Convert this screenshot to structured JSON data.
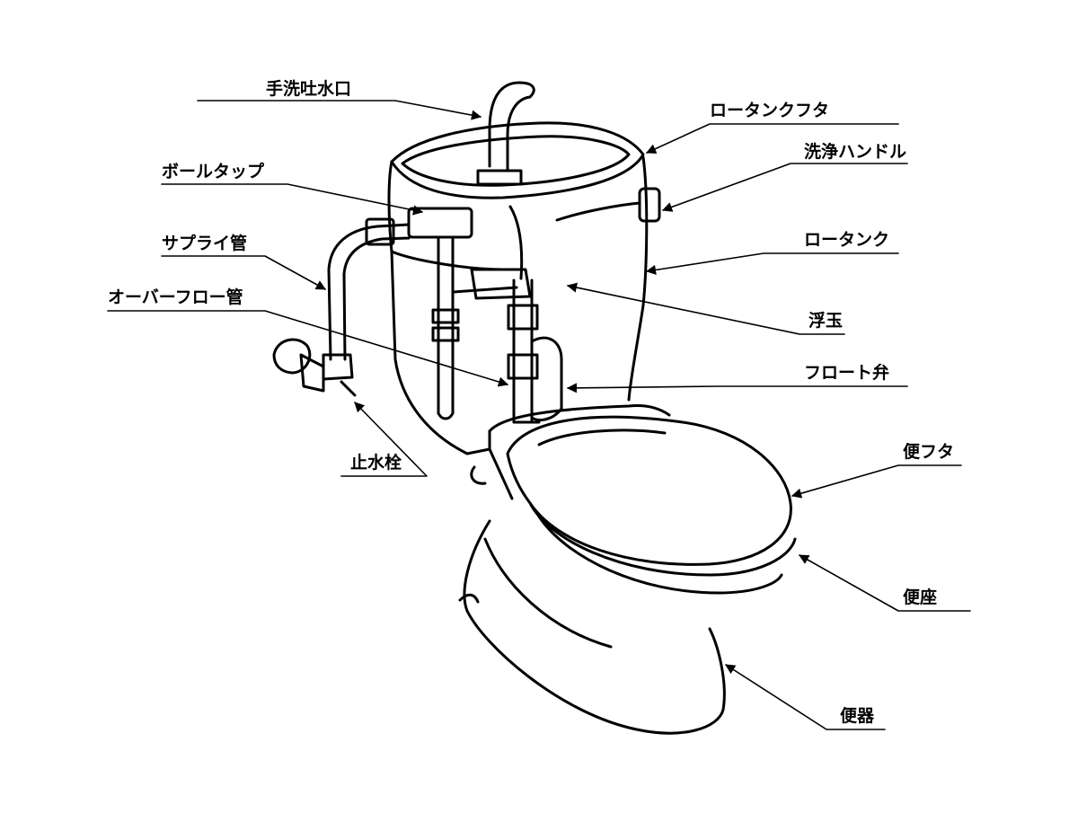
{
  "labels": {
    "handwash_spout": "手洗吐水口",
    "tank_lid": "ロータンクフタ",
    "flush_handle": "洗浄ハンドル",
    "ball_tap": "ボールタップ",
    "supply_pipe": "サプライ管",
    "low_tank": "ロータンク",
    "overflow_pipe": "オーバーフロー管",
    "float_ball": "浮玉",
    "flapper_valve": "フロート弁",
    "shutoff_valve": "止水栓",
    "seat_lid": "便フタ",
    "seat": "便座",
    "bowl": "便器"
  },
  "colors": {
    "line": "#000000",
    "background": "#ffffff"
  }
}
